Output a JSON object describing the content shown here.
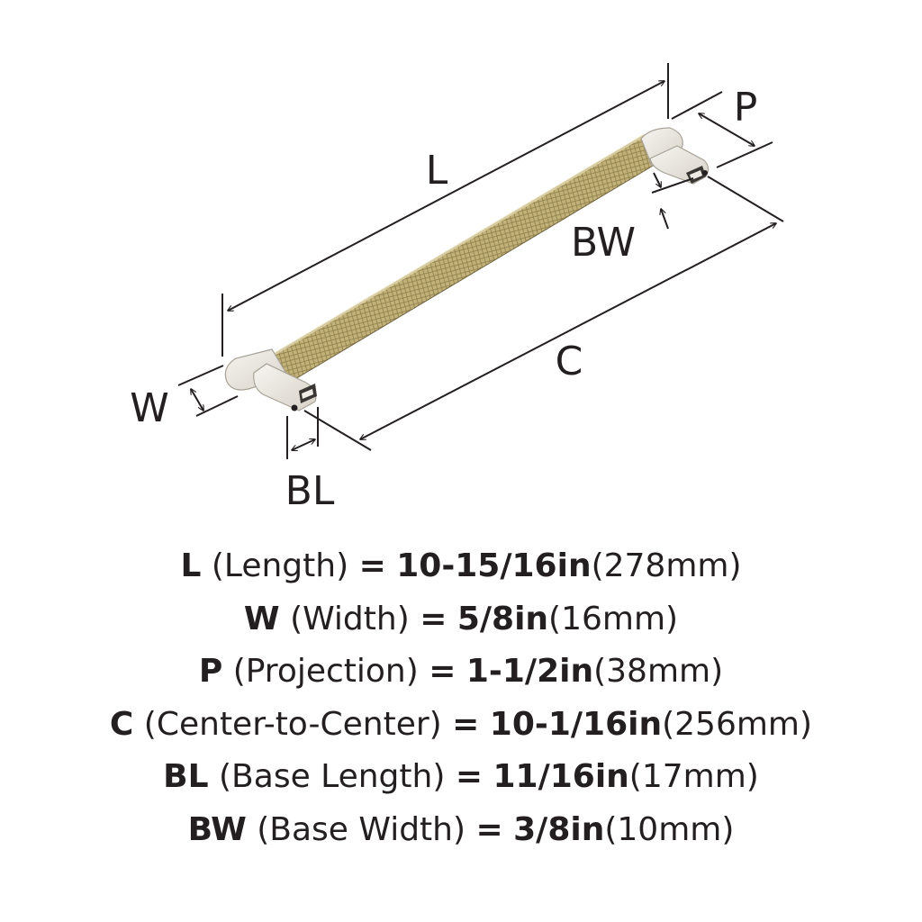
{
  "diagram": {
    "labels": {
      "L": "L",
      "P": "P",
      "BW": "BW",
      "C": "C",
      "W": "W",
      "BL": "BL"
    },
    "colors": {
      "finish_bar": "#c2b27a",
      "finish_bar_dark": "#8f7f4a",
      "finish_base": "#eeeae4",
      "line": "#231f20"
    }
  },
  "specs": [
    {
      "code": "L",
      "name": "(Length)",
      "eq": "=",
      "imperial": "10-15/16in",
      "metric": "(278mm)"
    },
    {
      "code": "W",
      "name": "(Width)",
      "eq": "=",
      "imperial": "5/8in",
      "metric": "(16mm)"
    },
    {
      "code": "P",
      "name": "(Projection)",
      "eq": "=",
      "imperial": "1-1/2in",
      "metric": "(38mm)"
    },
    {
      "code": "C",
      "name": "(Center-to-Center)",
      "eq": "=",
      "imperial": "10-1/16in",
      "metric": "(256mm)"
    },
    {
      "code": "BL",
      "name": "(Base Length)",
      "eq": "=",
      "imperial": "11/16in",
      "metric": "(17mm)"
    },
    {
      "code": "BW",
      "name": "(Base Width)",
      "eq": "=",
      "imperial": "3/8in",
      "metric": "(10mm)"
    }
  ]
}
